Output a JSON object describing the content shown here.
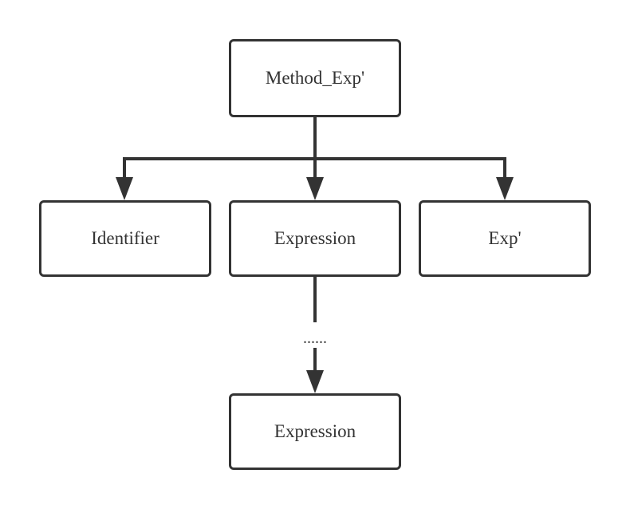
{
  "diagram": {
    "nodes": {
      "root": "Method_Exp'",
      "identifier": "Identifier",
      "expression": "Expression",
      "exp_prime": "Exp'",
      "expression_leaf": "Expression"
    },
    "ellipsis": "......",
    "edges": [
      {
        "from": "root",
        "to": "identifier"
      },
      {
        "from": "root",
        "to": "expression"
      },
      {
        "from": "root",
        "to": "exp_prime"
      },
      {
        "from": "expression",
        "to": "expression_leaf"
      }
    ],
    "colors": {
      "stroke": "#333333",
      "background": "#ffffff"
    }
  }
}
